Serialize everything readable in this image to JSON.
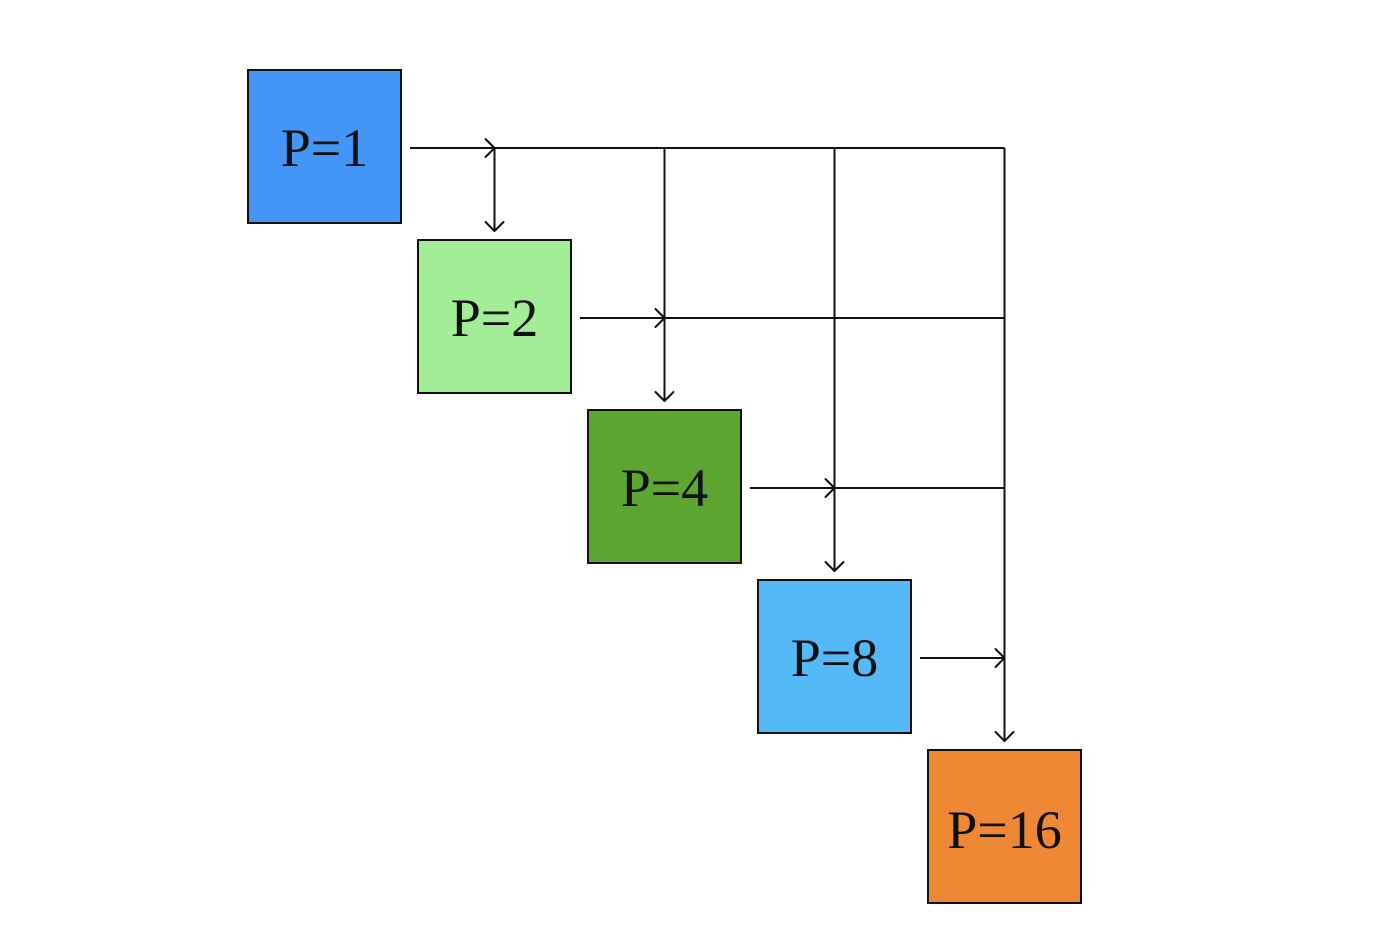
{
  "diagram": {
    "nodes": [
      {
        "id": "p1",
        "label": "P=1",
        "color": "#4396F5"
      },
      {
        "id": "p2",
        "label": "P=2",
        "color": "#A3ED96"
      },
      {
        "id": "p4",
        "label": "P=4",
        "color": "#5DA631"
      },
      {
        "id": "p8",
        "label": "P=8",
        "color": "#55B9F8"
      },
      {
        "id": "p16",
        "label": "P=16",
        "color": "#EF8834"
      }
    ],
    "edges": [
      {
        "from": "p1",
        "to": "p2"
      },
      {
        "from": "p1",
        "to": "p4"
      },
      {
        "from": "p1",
        "to": "p8"
      },
      {
        "from": "p1",
        "to": "p16"
      },
      {
        "from": "p2",
        "to": "p4"
      },
      {
        "from": "p2",
        "to": "p8"
      },
      {
        "from": "p2",
        "to": "p16"
      },
      {
        "from": "p4",
        "to": "p8"
      },
      {
        "from": "p4",
        "to": "p16"
      },
      {
        "from": "p8",
        "to": "p16"
      }
    ],
    "line_color": "#111111"
  }
}
